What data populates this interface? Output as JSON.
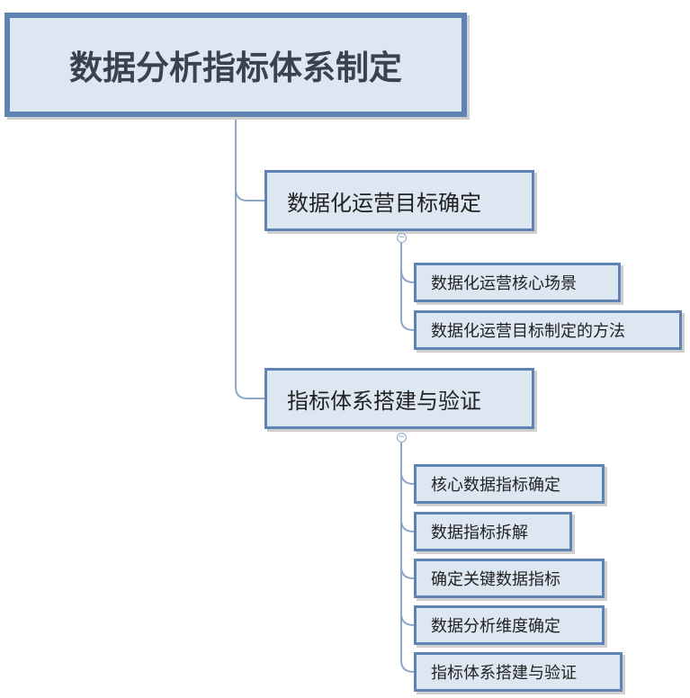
{
  "colors": {
    "node_fill": "#dde7f2",
    "node_border": "#5f84b4",
    "connector": "#8ea7c6"
  },
  "diagram": {
    "root": {
      "label": "数据分析指标体系制定"
    },
    "branches": [
      {
        "label": "数据化运营目标确定",
        "collapse_glyph": "−",
        "children": [
          {
            "label": "数据化运营核心场景"
          },
          {
            "label": "数据化运营目标制定的方法"
          }
        ]
      },
      {
        "label": "指标体系搭建与验证",
        "collapse_glyph": "−",
        "children": [
          {
            "label": "核心数据指标确定"
          },
          {
            "label": "数据指标拆解"
          },
          {
            "label": "确定关键数据指标"
          },
          {
            "label": "数据分析维度确定"
          },
          {
            "label": "指标体系搭建与验证"
          }
        ]
      }
    ]
  }
}
